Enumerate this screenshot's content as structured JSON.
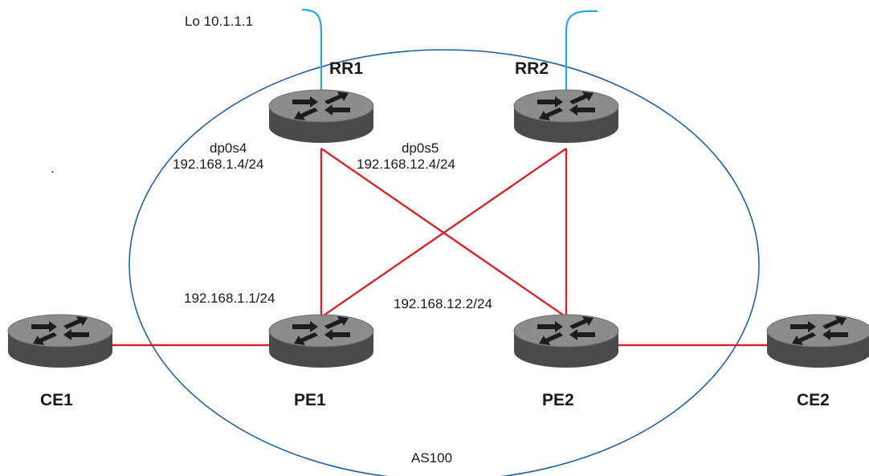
{
  "colors": {
    "link": "#d3272d",
    "loopback": "#2aa8dc",
    "as_boundary": "#1f5fa8",
    "router_top": "#8c8c8c",
    "router_side": "#4a4a4a"
  },
  "as_label": "AS100",
  "routers": [
    {
      "id": "rr1",
      "label": "RR1"
    },
    {
      "id": "rr2",
      "label": "RR2"
    },
    {
      "id": "pe1",
      "label": "PE1"
    },
    {
      "id": "pe2",
      "label": "PE2"
    },
    {
      "id": "ce1",
      "label": "CE1"
    },
    {
      "id": "ce2",
      "label": "CE2"
    }
  ],
  "links": [
    {
      "from": "rr1",
      "to": "pe1"
    },
    {
      "from": "rr1",
      "to": "pe2"
    },
    {
      "from": "rr2",
      "to": "pe1"
    },
    {
      "from": "rr2",
      "to": "pe2"
    },
    {
      "from": "ce1",
      "to": "pe1"
    },
    {
      "from": "pe2",
      "to": "ce2"
    }
  ],
  "annotations": {
    "loopback": "Lo 10.1.1.1",
    "rr1_if1_name": "dp0s4",
    "rr1_if1_ip": "192.168.1.4/24",
    "rr1_if2_name": "dp0s5",
    "rr1_if2_ip": "192.168.12.4/24",
    "pe1_ip": "192.168.1.1/24",
    "pe2_ip": "192.168.12.2/24"
  },
  "stray_mark": "."
}
